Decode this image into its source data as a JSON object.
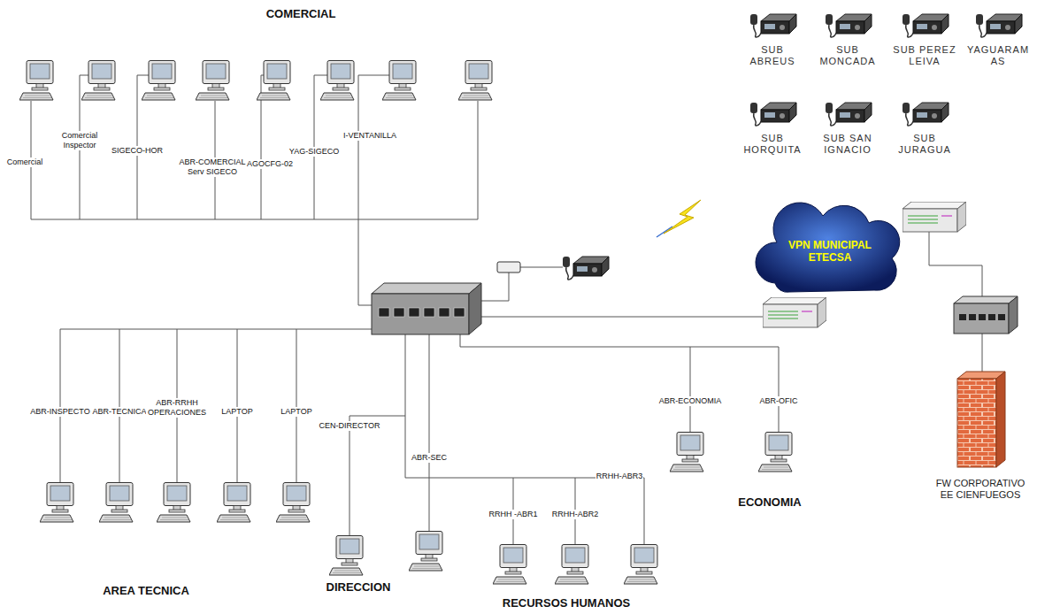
{
  "diagram": {
    "nodes": [
      {
        "text": [
          "Comercial"
        ]
      },
      {
        "text": [
          "Comercial Inspector"
        ]
      },
      {
        "text": [
          "SIGECO-HOR"
        ]
      },
      {
        "text": [
          "ABR-COMERCIAL Serv SIGECO"
        ]
      },
      {
        "text": [
          "AGOCFG-02"
        ]
      },
      {
        "text": [
          "YAG-SIGECO"
        ]
      },
      {
        "text": [
          "I-VENTANILLA"
        ]
      },
      {
        "text": [
          "SUB ABREUS"
        ]
      },
      {
        "text": [
          "SUB MONCADA"
        ]
      },
      {
        "text": [
          "SUB PEREZ LEIVA"
        ]
      },
      {
        "text": [
          "YAGUARAM AS"
        ]
      },
      {
        "text": [
          "SUB HORQUITA"
        ]
      },
      {
        "text": [
          "SUB SAN IGNACIO"
        ]
      },
      {
        "text": [
          "SUB JURAGUA"
        ]
      },
      {
        "text": [
          "VPN MUNICIPAL ETECSA"
        ]
      },
      {
        "text": [
          "ABR-INSPECTO"
        ]
      },
      {
        "text": [
          "ABR-TECNICA"
        ]
      },
      {
        "text": [
          "ABR-RRHH OPERACIONES"
        ]
      },
      {
        "text": [
          "LAPTOP"
        ]
      },
      {
        "text": [
          "LAPTOP"
        ]
      },
      {
        "text": [
          "CEN-DIRECTOR"
        ]
      },
      {
        "text": [
          "ABR-SEC"
        ]
      },
      {
        "text": [
          "RRHH-ABR3"
        ]
      },
      {
        "text": [
          "RRHH -ABR1"
        ]
      },
      {
        "text": [
          "RRHH-ABR2"
        ]
      },
      {
        "text": [
          "ABR-ECONOMIA"
        ]
      },
      {
        "text": [
          "ABR-OFIC"
        ]
      },
      {
        "text": [
          "FW CORPORATIVO EE CIENFUEGOS"
        ]
      }
    ],
    "labels": [
      "COMERCIAL",
      "AREA TECNICA",
      "DIRECCION",
      "RECURSOS HUMANOS",
      "ECONOMIA"
    ]
  }
}
